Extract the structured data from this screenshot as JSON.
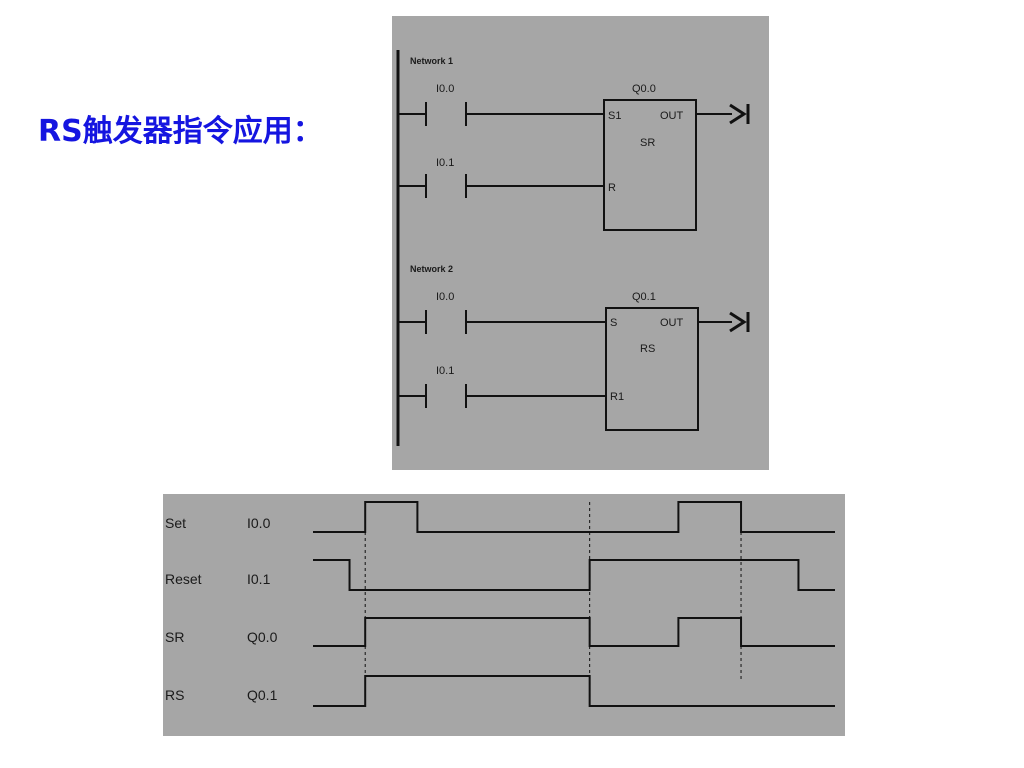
{
  "title": "RS触发器指令应用：",
  "ladder": {
    "networks": [
      {
        "label": "Network 1",
        "contact_top": "I0.0",
        "contact_bottom": "I0.1",
        "box_address": "Q0.0",
        "box_name": "SR",
        "pin_top": "S1",
        "pin_bottom": "R",
        "pin_out": "OUT"
      },
      {
        "label": "Network 2",
        "contact_top": "I0.0",
        "contact_bottom": "I0.1",
        "box_address": "Q0.1",
        "box_name": "RS",
        "pin_top": "S",
        "pin_bottom": "R1",
        "pin_out": "OUT"
      }
    ]
  },
  "timing": {
    "signals": [
      {
        "name": "Set",
        "address": "I0.0",
        "edges": [
          [
            0.0,
            0
          ],
          [
            0.1,
            1
          ],
          [
            0.2,
            0
          ],
          [
            0.5,
            0
          ],
          [
            0.7,
            1
          ],
          [
            0.82,
            0
          ],
          [
            1.0,
            0
          ]
        ]
      },
      {
        "name": "Reset",
        "address": "I0.1",
        "edges": [
          [
            0.0,
            1
          ],
          [
            0.07,
            0
          ],
          [
            0.53,
            1
          ],
          [
            0.93,
            0
          ],
          [
            1.0,
            0
          ]
        ]
      },
      {
        "name": "SR",
        "address": "Q0.0",
        "edges": [
          [
            0.0,
            0
          ],
          [
            0.1,
            1
          ],
          [
            0.53,
            0
          ],
          [
            0.7,
            1
          ],
          [
            0.82,
            0
          ],
          [
            1.0,
            0
          ]
        ]
      },
      {
        "name": "RS",
        "address": "Q0.1",
        "edges": [
          [
            0.0,
            0
          ],
          [
            0.1,
            1
          ],
          [
            0.53,
            0
          ],
          [
            1.0,
            0
          ]
        ]
      }
    ],
    "markers": [
      0.1,
      0.53,
      0.82
    ]
  }
}
